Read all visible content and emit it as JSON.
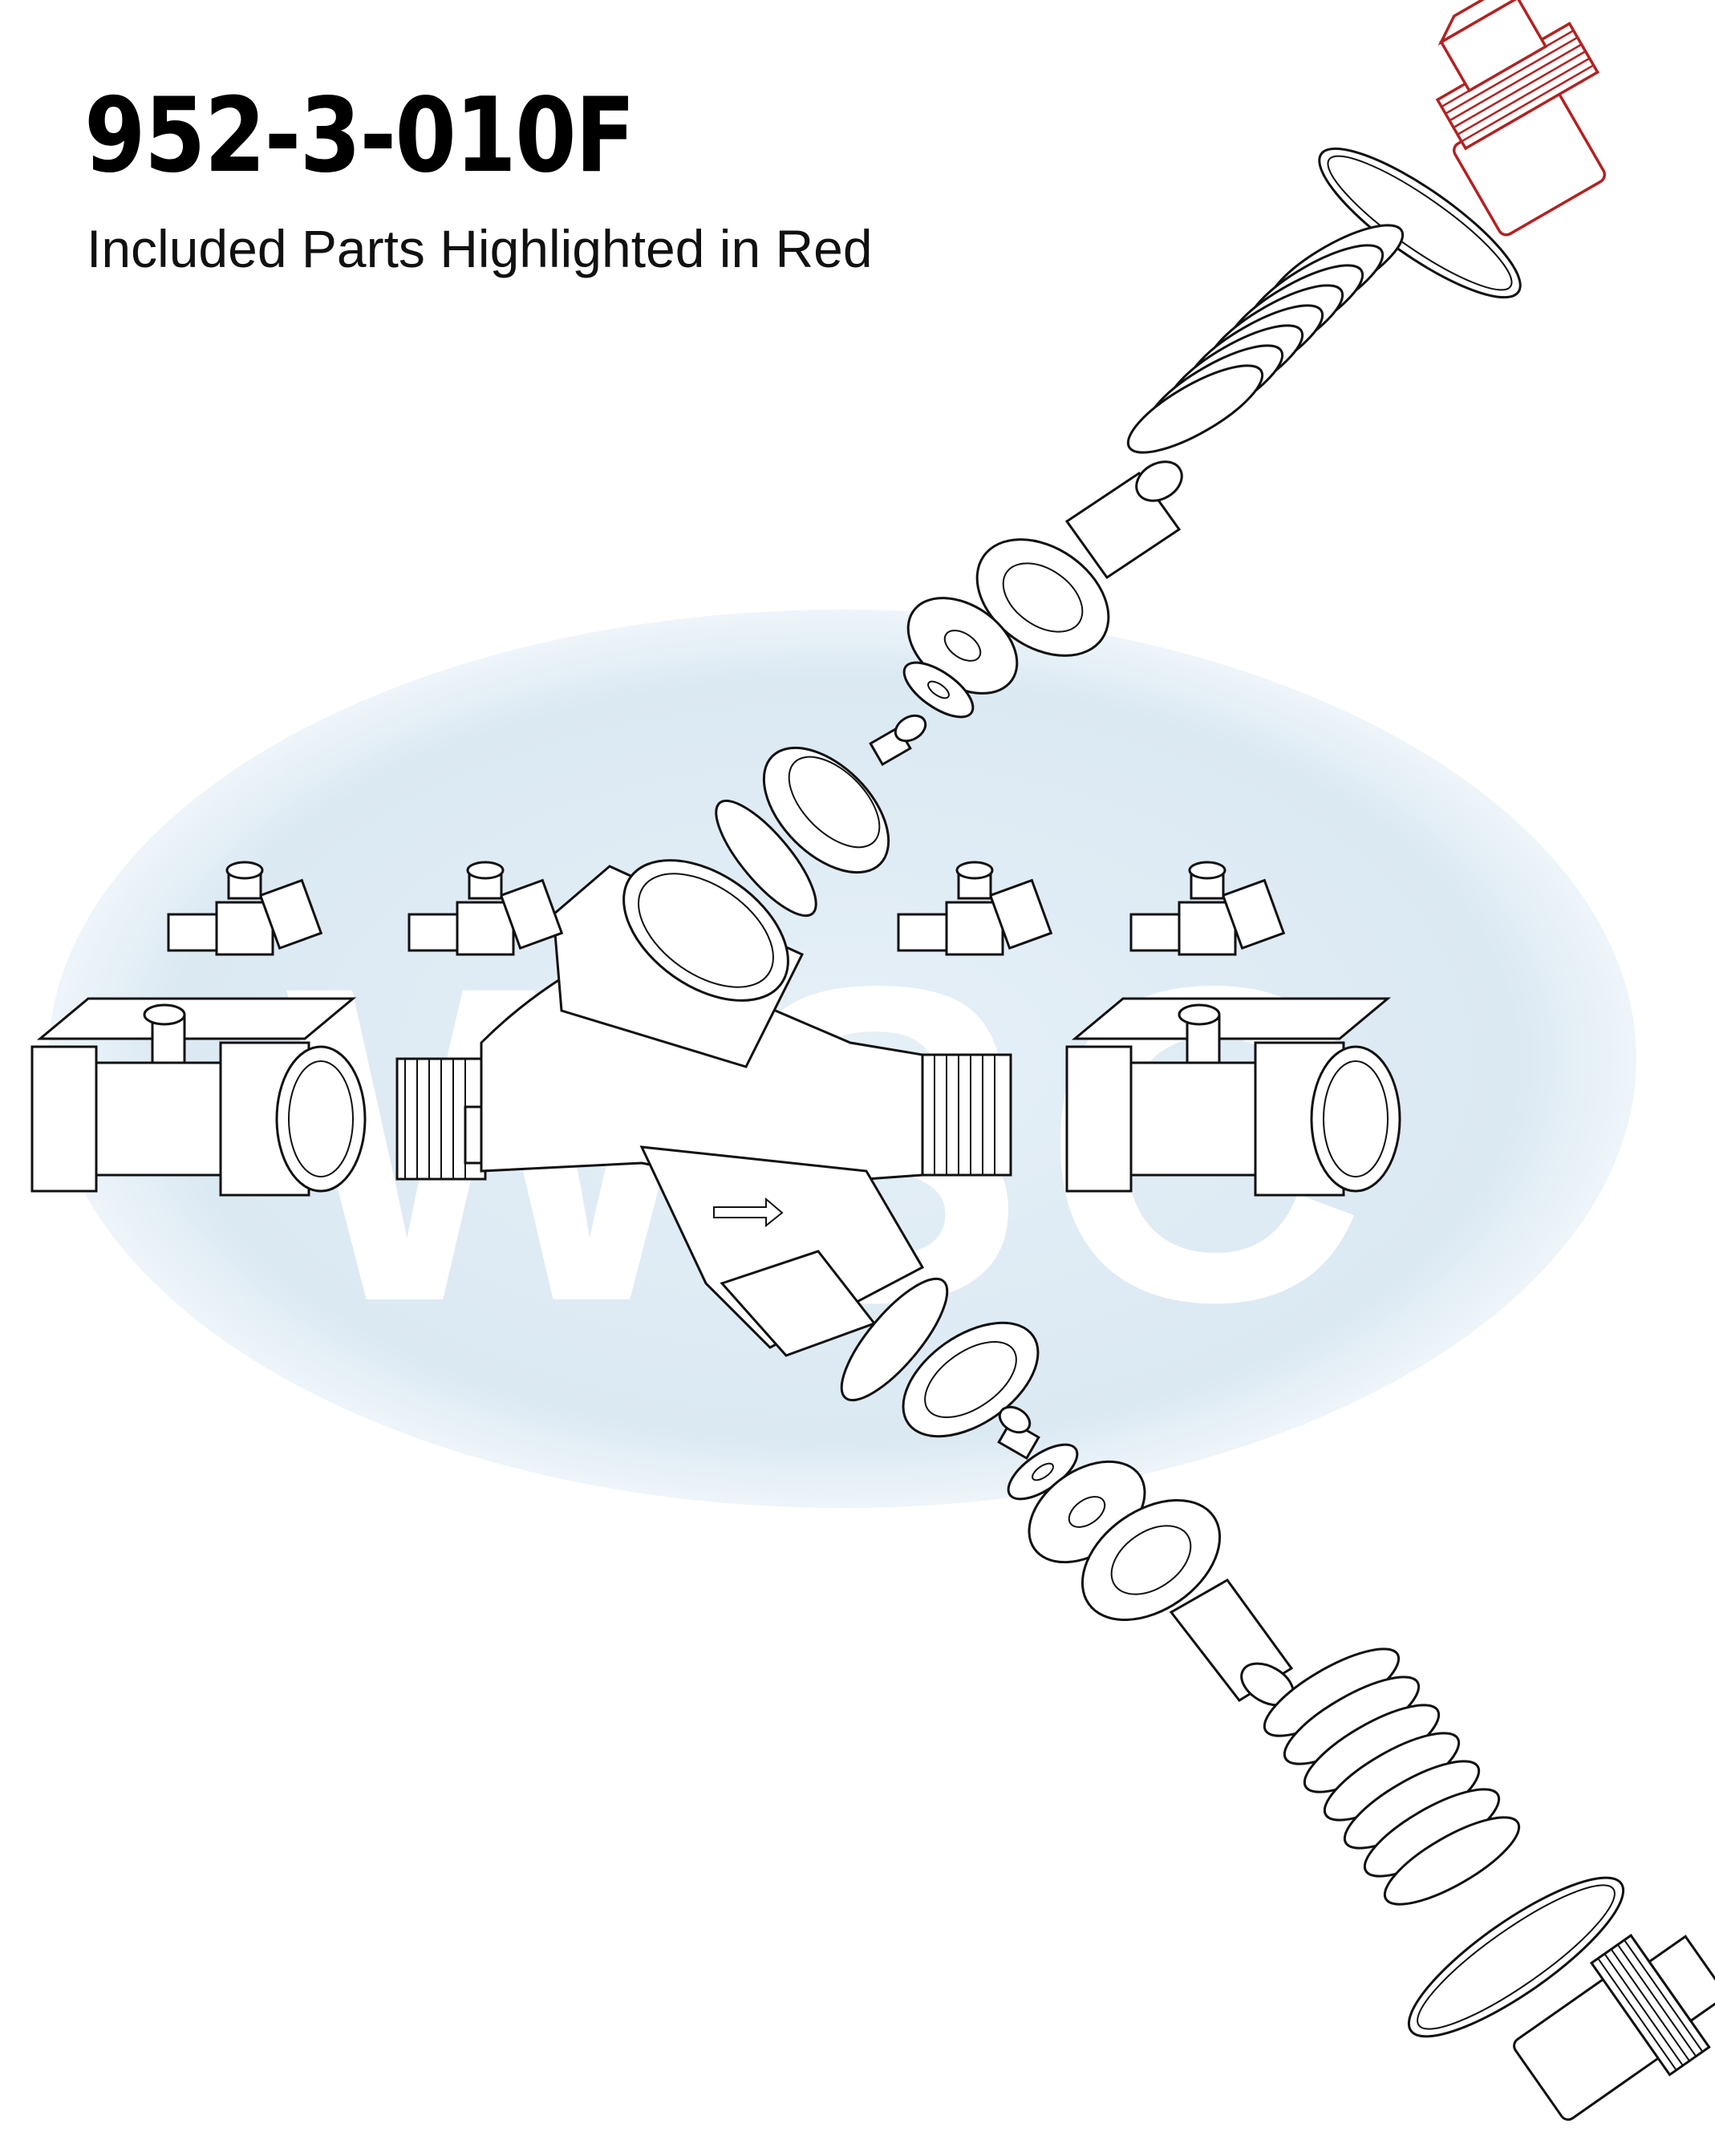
{
  "header": {
    "part_number": "952-3-010F",
    "subtitle": "Included Parts Highlighted in Red"
  },
  "watermark": {
    "text": "WSC",
    "ellipse_color": "#dcebf4",
    "letter_color": "#ffffff"
  },
  "colors": {
    "outline": "#111111",
    "highlight": "#b22222"
  }
}
